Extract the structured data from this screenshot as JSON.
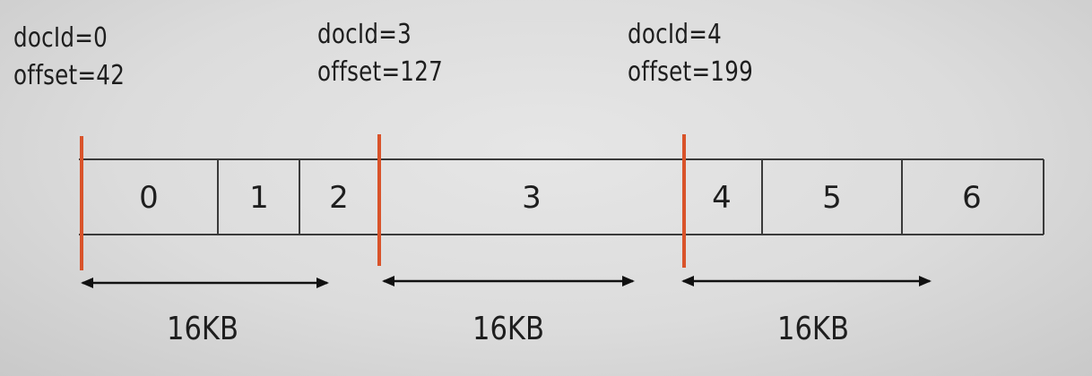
{
  "blocks": [
    {
      "docid_label": "docId=0",
      "offset_label": "offset=42",
      "size_label": "16KB"
    },
    {
      "docid_label": "docId=3",
      "offset_label": "offset=127",
      "size_label": "16KB"
    },
    {
      "docid_label": "docId=4",
      "offset_label": "offset=199",
      "size_label": "16KB"
    }
  ],
  "cells": [
    "0",
    "1",
    "2",
    "3",
    "4",
    "5",
    "6"
  ],
  "colors": {
    "marker": "#d9532a",
    "stroke": "#3a3a3a",
    "text": "#1e1e1e"
  }
}
